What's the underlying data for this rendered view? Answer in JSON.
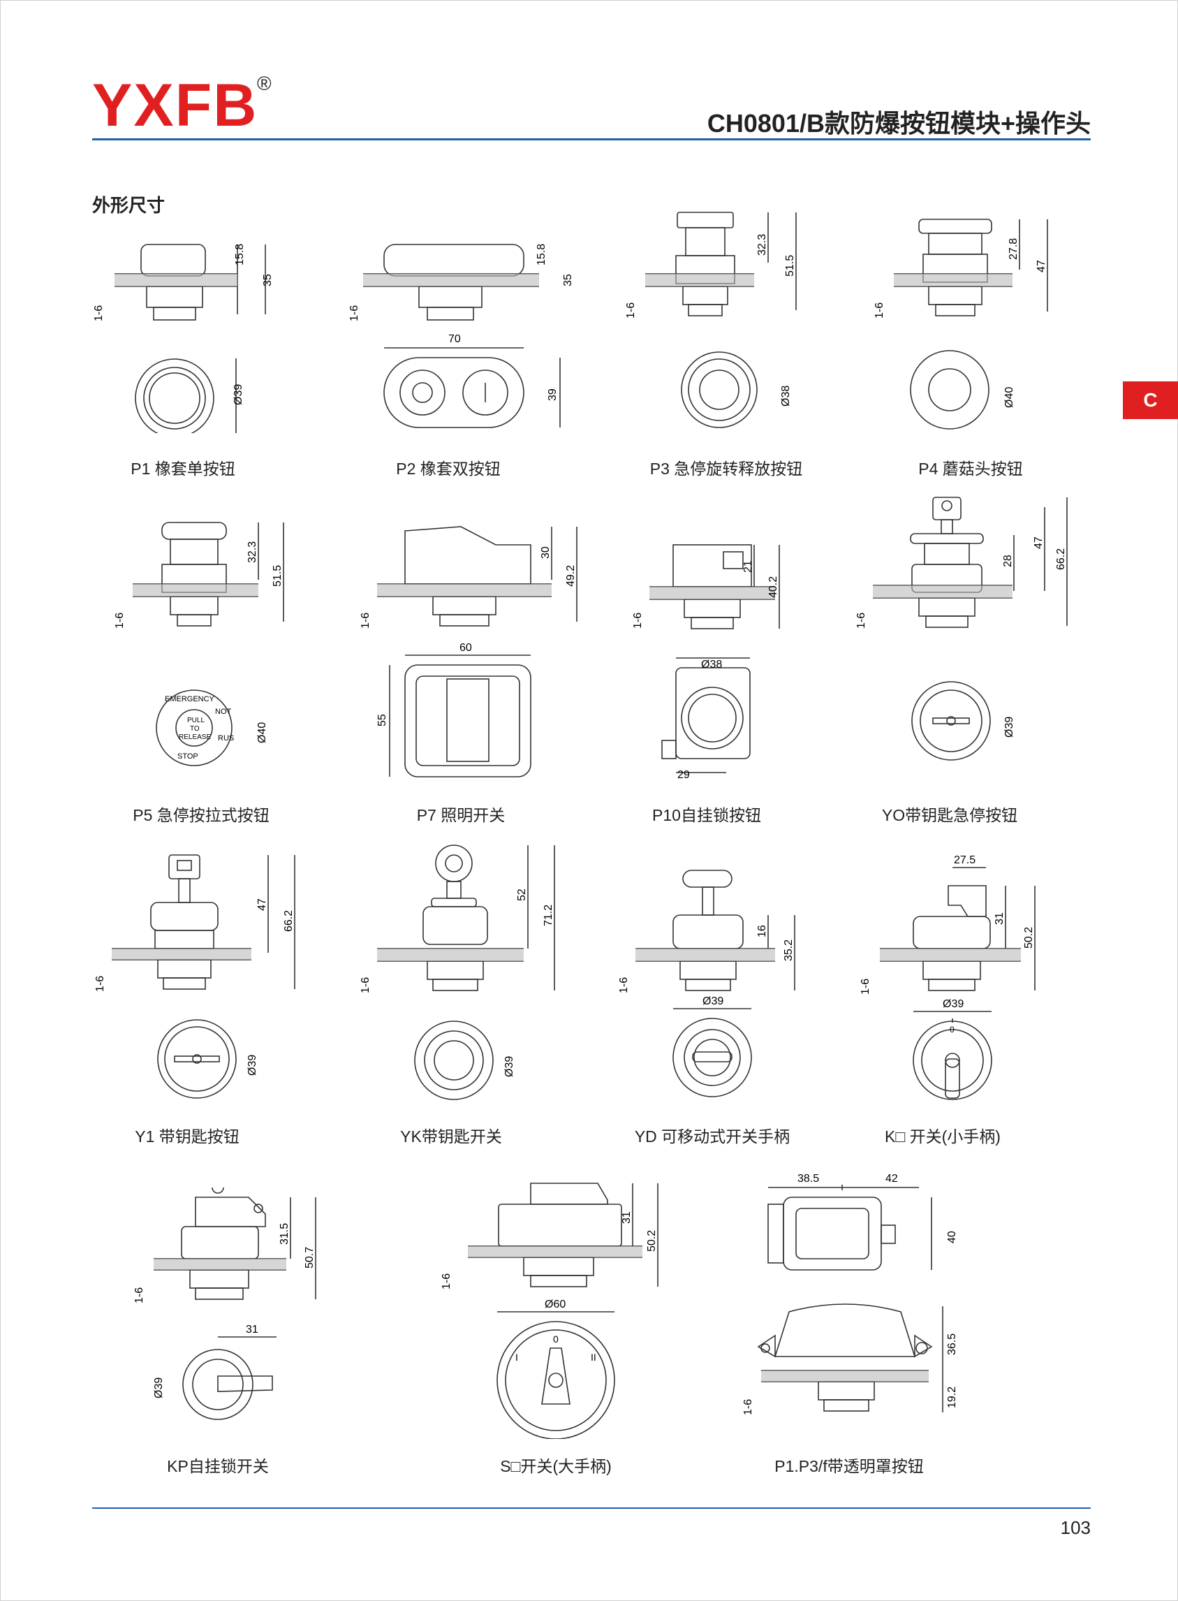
{
  "header": {
    "brand": "YXFB",
    "registered_mark": "®",
    "title": "CH0801/B款防爆按钮模块+操作头",
    "side_tab": "C"
  },
  "section_title": "外形尺寸",
  "page_number": "103",
  "items": [
    {
      "caption": "P1 橡套单按钮",
      "side_dims": [
        "15.8",
        "35",
        "1-6"
      ],
      "top_dims": [
        "Ø39"
      ]
    },
    {
      "caption": "P2 橡套双按钮",
      "side_dims": [
        "15.8",
        "35",
        "1-6"
      ],
      "top_dims": [
        "70",
        "39"
      ]
    },
    {
      "caption": "P3 急停旋转释放按钮",
      "side_dims": [
        "32.3",
        "51.5",
        "1-6"
      ],
      "top_dims": [
        "Ø38"
      ]
    },
    {
      "caption": "P4 蘑菇头按钮",
      "side_dims": [
        "27.8",
        "47",
        "1-6"
      ],
      "top_dims": [
        "Ø40"
      ]
    },
    {
      "caption": "P5 急停按拉式按钮",
      "side_dims": [
        "32.3",
        "51.5",
        "1-6"
      ],
      "top_dims": [
        "Ø40"
      ],
      "face_text": [
        "EMERGENCY",
        "NOT",
        "RUS",
        "STOP",
        "PULL",
        "TO",
        "RELEASE"
      ]
    },
    {
      "caption": "P7 照明开关",
      "side_dims": [
        "30",
        "49.2",
        "1-6"
      ],
      "top_dims": [
        "60",
        "55"
      ]
    },
    {
      "caption": "P10自挂锁按钮",
      "side_dims": [
        "21",
        "40.2",
        "1-6"
      ],
      "top_dims": [
        "Ø38",
        "29"
      ]
    },
    {
      "caption": "YO带钥匙急停按钮",
      "side_dims": [
        "28",
        "47",
        "66.2",
        "1-6"
      ],
      "top_dims": [
        "Ø39"
      ]
    },
    {
      "caption": "Y1 带钥匙按钮",
      "side_dims": [
        "47",
        "66.2",
        "1-6"
      ],
      "top_dims": [
        "Ø39"
      ]
    },
    {
      "caption": "YK带钥匙开关",
      "side_dims": [
        "52",
        "71.2",
        "1-6"
      ],
      "top_dims": [
        "Ø39"
      ]
    },
    {
      "caption": "YD 可移动式开关手柄",
      "side_dims": [
        "16",
        "35.2",
        "1-6"
      ],
      "top_dims": [
        "Ø39"
      ]
    },
    {
      "caption": "K□ 开关(小手柄)",
      "side_dims": [
        "27.5",
        "31",
        "50.2",
        "1-6"
      ],
      "top_dims": [
        "Ø39",
        "0"
      ]
    },
    {
      "caption": "KP自挂锁开关",
      "side_dims": [
        "31.5",
        "50.7",
        "1-6"
      ],
      "top_dims": [
        "31",
        "Ø39"
      ]
    },
    {
      "caption": "S□开关(大手柄)",
      "side_dims": [
        "31",
        "50.2",
        "1-6"
      ],
      "top_dims": [
        "Ø60",
        "0",
        "I",
        "II"
      ]
    },
    {
      "caption": "P1.P3/f带透明罩按钮",
      "side_dims": [
        "38.5",
        "42",
        "40"
      ],
      "top_dims": [
        "36.5",
        "19.2",
        "1-6"
      ]
    }
  ]
}
